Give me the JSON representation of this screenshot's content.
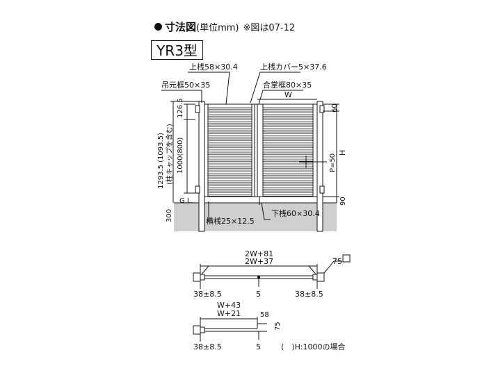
{
  "heading": {
    "title": "寸法図",
    "unit": "(単位mm)",
    "note": "※図は07-12"
  },
  "model": "YR3型",
  "labels": {
    "top_rail": "上桟58×30.4",
    "top_rail_cover": "上桟カバー5×37.6",
    "hinge_frame": "吊元框50×35",
    "meeting_frame": "合掌框80×35",
    "width": "W",
    "dim_126_5": "126.5",
    "dim_60": "60",
    "dim_1293": "1293.5 (1093.5)",
    "dim_cap_note": "(柱キャップを含む)",
    "dim_1000": "1000(800)",
    "height": "H",
    "pitch": "P=50",
    "ground_level": "G.L.",
    "dim_90": "90",
    "dim_300": "300",
    "slat": "横桟25×12.5",
    "bottom_rail": "下桟60×30.4"
  },
  "plan_double": {
    "outer": "2W+81",
    "inner": "2W+37",
    "post": "75",
    "left_gap": "38±8.5",
    "center_gap": "5",
    "right_gap": "38±8.5"
  },
  "plan_single": {
    "outer": "W+43",
    "inner": "W+21",
    "frame_depth": "58",
    "post": "75",
    "left_gap": "38±8.5",
    "center_gap": "5"
  },
  "footnote": "(　)H:1000の場合"
}
